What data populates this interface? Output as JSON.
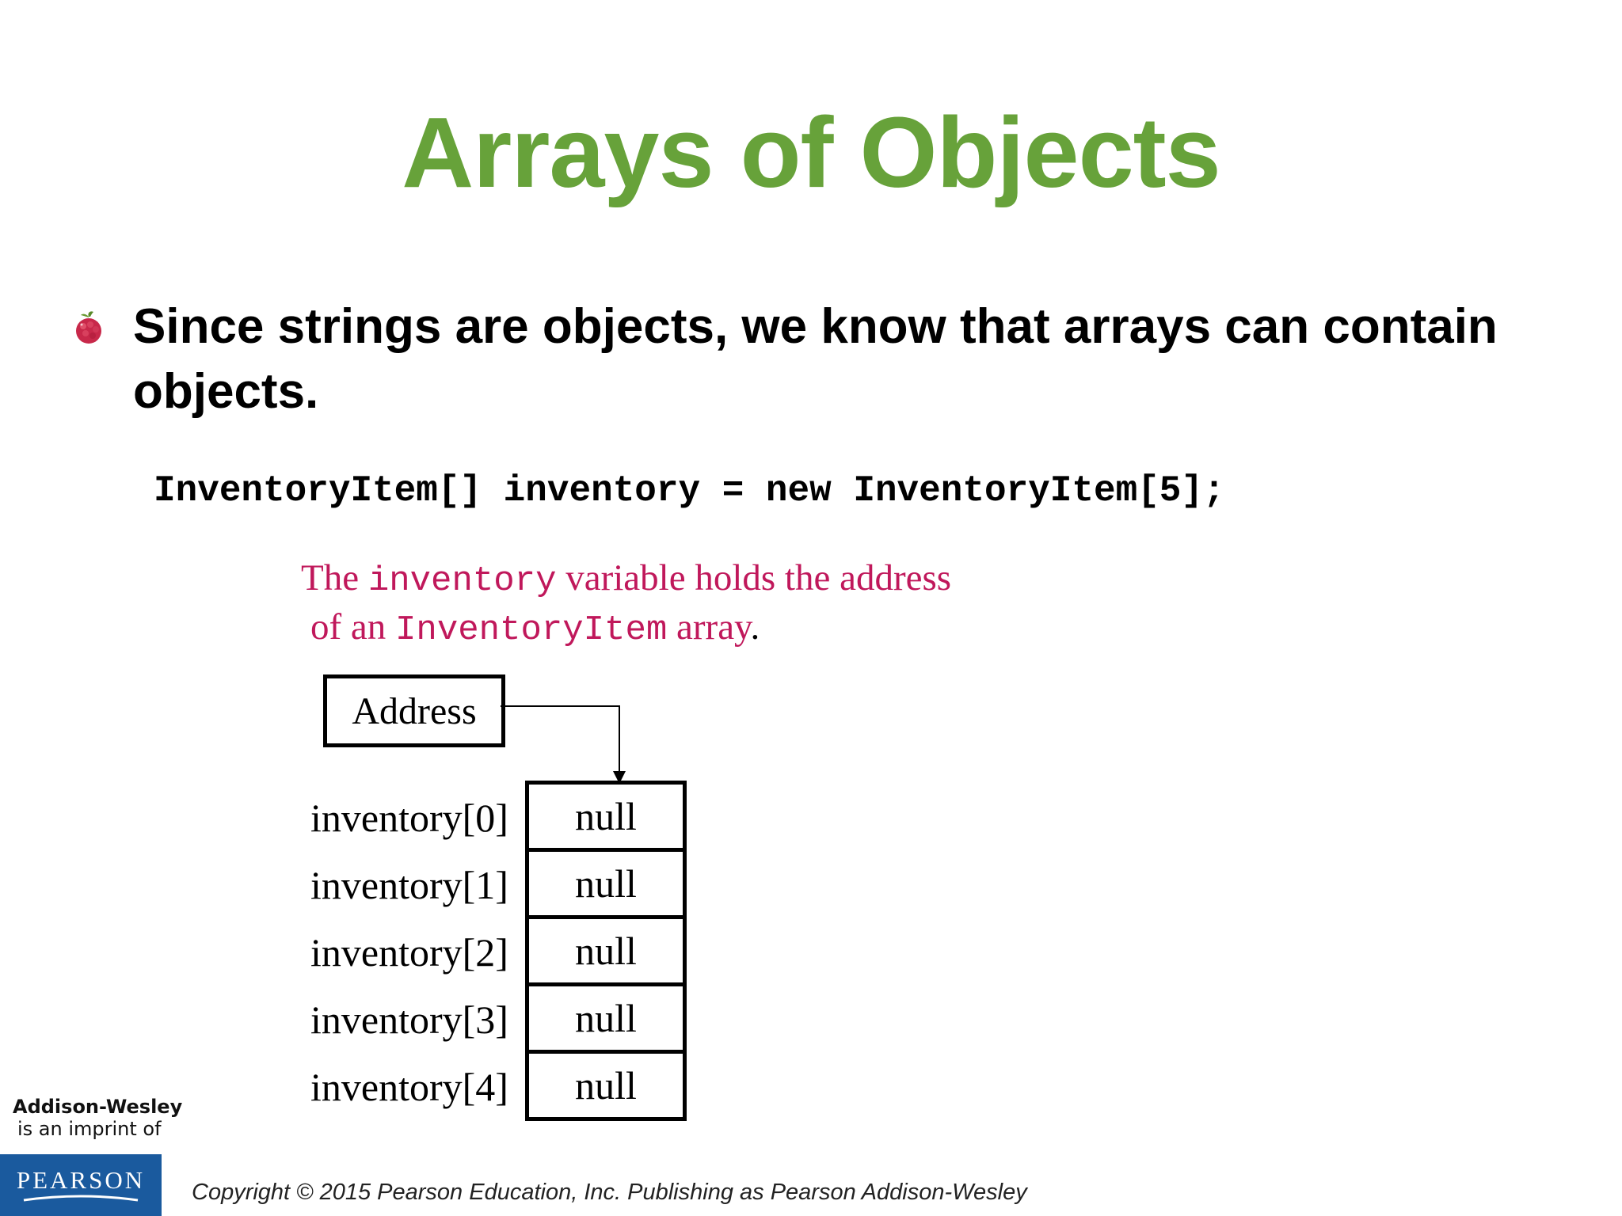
{
  "slide": {
    "title": "Arrays of Objects",
    "bullet": "Since strings are objects, we know that arrays can contain objects.",
    "code": "InventoryItem[] inventory = new InventoryItem[5];",
    "caption": {
      "line1_pre": "The ",
      "line1_code": "inventory",
      "line1_post": " variable holds the address",
      "line2_pre": "of an ",
      "line2_code": "InventoryItem",
      "line2_post": " array",
      "line2_end": "."
    },
    "diagram": {
      "address_label": "Address",
      "elements": [
        {
          "index": "inventory[0]",
          "value": "null"
        },
        {
          "index": "inventory[1]",
          "value": "null"
        },
        {
          "index": "inventory[2]",
          "value": "null"
        },
        {
          "index": "inventory[3]",
          "value": "null"
        },
        {
          "index": "inventory[4]",
          "value": "null"
        }
      ]
    }
  },
  "footer": {
    "publisher": "Addison-Wesley",
    "imprint": "is an imprint of",
    "logo_text": "PEARSON",
    "copyright": "Copyright © 2015 Pearson Education, Inc. Publishing as Pearson Addison-Wesley"
  },
  "colors": {
    "title": "#67a23a",
    "caption": "#c0185b",
    "logo_bg": "#1a5a9e"
  },
  "icons": {
    "bullet": "raspberry-icon"
  }
}
